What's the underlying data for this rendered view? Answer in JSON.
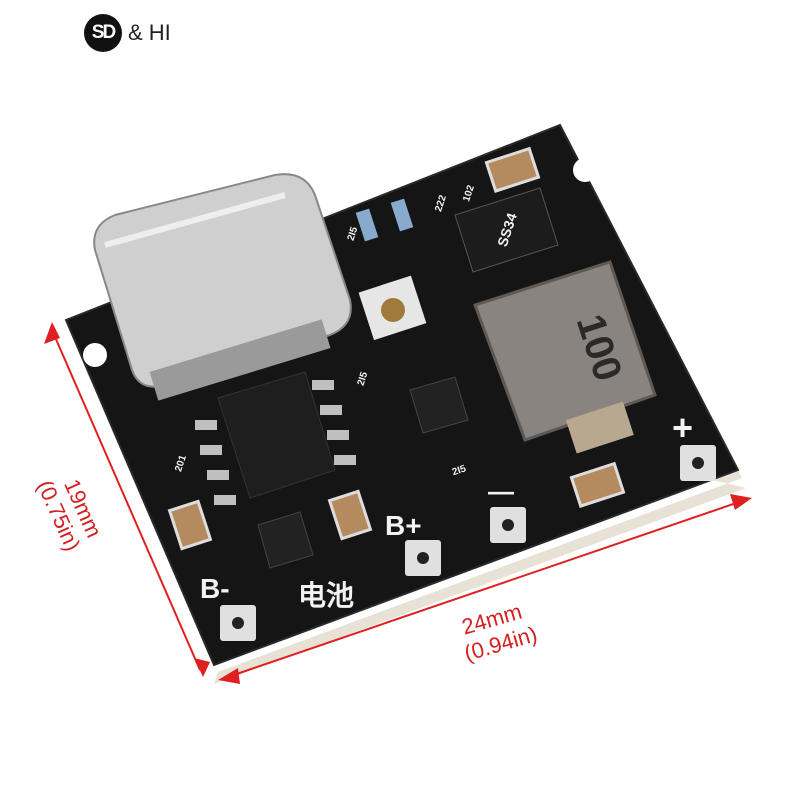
{
  "logo": {
    "badge": "SD",
    "text": "& HI"
  },
  "dimensions": {
    "height_mm": "19mm",
    "height_in": "(0.75in)",
    "width_mm": "24mm",
    "width_in": "(0.94in)",
    "arrow_color": "#e02020"
  },
  "board": {
    "pad_labels": {
      "bat_neg": "B-",
      "bat_pos": "B+",
      "battery": "电池",
      "out_neg": "—",
      "out_pos": "+"
    },
    "inductor_marking": "100",
    "resistor_markings": [
      "2I5",
      "2I5",
      "2I5",
      "222",
      "102",
      "201"
    ],
    "diode_marking": "SS34",
    "colors": {
      "pcb": "#141414",
      "silkscreen": "#f2f2f2",
      "inductor": "#8a8480",
      "usb": "#cfcfcf"
    }
  }
}
